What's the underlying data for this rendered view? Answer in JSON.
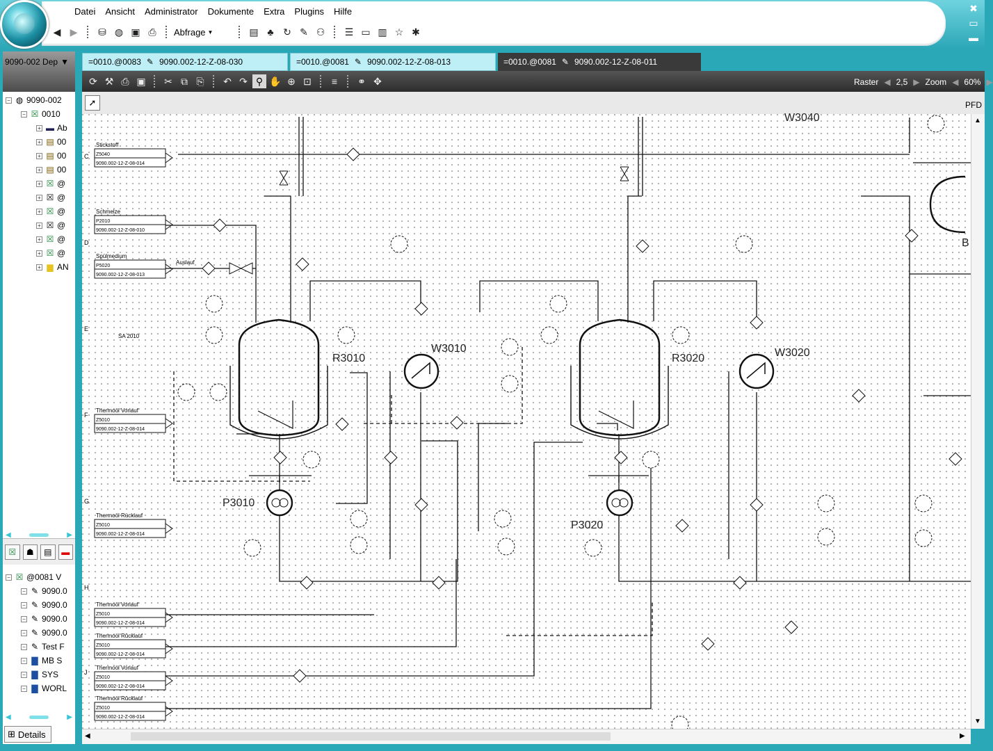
{
  "menu": [
    "Datei",
    "Ansicht",
    "Administrator",
    "Dokumente",
    "Extra",
    "Plugins",
    "Hilfe"
  ],
  "toolbar": {
    "query_label": "Abfrage"
  },
  "dep_selector": "9090-002  Dep",
  "tree_top": [
    {
      "label": "9090-002",
      "type": "globe",
      "indent": 0
    },
    {
      "label": "0010",
      "type": "g",
      "indent": 1
    },
    {
      "label": "Ab",
      "type": "monitor",
      "indent": 2
    },
    {
      "label": "00",
      "type": "doc",
      "indent": 2
    },
    {
      "label": "00",
      "type": "doc",
      "indent": 2
    },
    {
      "label": "00",
      "type": "doc",
      "indent": 2
    },
    {
      "label": "@",
      "type": "g",
      "indent": 2
    },
    {
      "label": "@",
      "type": "b",
      "indent": 2
    },
    {
      "label": "@",
      "type": "g",
      "indent": 2
    },
    {
      "label": "@",
      "type": "b",
      "indent": 2
    },
    {
      "label": "@",
      "type": "g",
      "indent": 2
    },
    {
      "label": "@",
      "type": "g",
      "indent": 2
    },
    {
      "label": "AN",
      "type": "f",
      "indent": 2
    }
  ],
  "tree_bottom": [
    {
      "label": "@0081  V",
      "type": "g",
      "indent": 0
    },
    {
      "label": "9090.0",
      "type": "edit",
      "indent": 1
    },
    {
      "label": "9090.0",
      "type": "edit",
      "indent": 1
    },
    {
      "label": "9090.0",
      "type": "edit",
      "indent": 1
    },
    {
      "label": "9090.0",
      "type": "edit",
      "indent": 1
    },
    {
      "label": "Test  F",
      "type": "edit",
      "indent": 1
    },
    {
      "label": "MB    S",
      "type": "folder",
      "indent": 1
    },
    {
      "label": "SYS",
      "type": "folder",
      "indent": 1
    },
    {
      "label": "WORL",
      "type": "folder",
      "indent": 1
    }
  ],
  "details_label": "Details",
  "tabs": [
    {
      "ref": "=0010.@0083",
      "doc": "9090.002-12-Z-08-030",
      "active": false
    },
    {
      "ref": "=0010.@0081",
      "doc": "9090.002-12-Z-08-013",
      "active": false
    },
    {
      "ref": "=0010.@0081",
      "doc": "9090.002-12-Z-08-011",
      "active": true
    }
  ],
  "zoom": {
    "raster_label": "Raster",
    "raster_value": "2,5",
    "zoom_label": "Zoom",
    "zoom_value": "60%"
  },
  "view_mode": "PFD",
  "diagram": {
    "equipment": [
      "R3010",
      "R3020",
      "W3010",
      "W3020",
      "P3010",
      "P3020",
      "W3040",
      "B"
    ],
    "small_labels": [
      "SA 2010",
      "Auslauf"
    ],
    "row_letters": [
      "C",
      "D",
      "E",
      "F",
      "G",
      "H",
      "J"
    ],
    "connectors": [
      {
        "title": "Stickstoff",
        "tag": "Z5040",
        "doc": "9090.002-12-Z-08-014"
      },
      {
        "title": "Schmelze",
        "tag": "P2010",
        "doc": "9090.002-12-Z-08-010"
      },
      {
        "title": "Spülmedium",
        "tag": "P5020",
        "doc": "9090.002-12-Z-08-013"
      },
      {
        "title": "Thermoöl Vorlauf",
        "tag": "Z5010",
        "doc": "9090.002-12-Z-08-014"
      },
      {
        "title": "Thermoöl Rücklauf",
        "tag": "Z5010",
        "doc": "9090.002-12-Z-08-014"
      },
      {
        "title": "Thermoöl Vorlauf",
        "tag": "Z5010",
        "doc": "9090.002-12-Z-08-014"
      },
      {
        "title": "Thermoöl Rücklauf",
        "tag": "Z5010",
        "doc": "9090.002-12-Z-08-014"
      },
      {
        "title": "Thermoöl Vorlauf",
        "tag": "Z5010",
        "doc": "9090.002-12-Z-08-014"
      },
      {
        "title": "Thermoöl Rücklauf",
        "tag": "Z5010",
        "doc": "9090.002-12-Z-08-014"
      }
    ]
  }
}
